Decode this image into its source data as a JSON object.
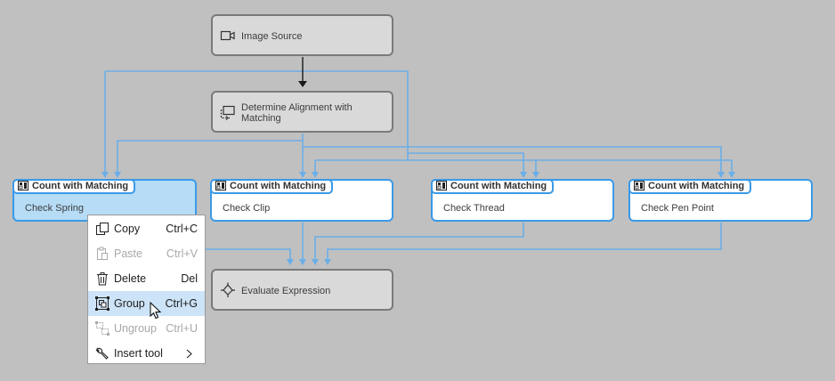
{
  "colors": {
    "wire": "#6aaee8",
    "wire_dark": "#1a1a1a",
    "node_border": "#3a9ae8",
    "selected_fill": "#b6dcf6",
    "menu_highlight": "#cde3f7"
  },
  "nodes": {
    "image_source": {
      "label": "Image Source",
      "icon": "camera-icon"
    },
    "determine_alignment": {
      "label": "Determine Alignment with Matching",
      "icon": "alignment-icon"
    },
    "evaluate_expression": {
      "label": "Evaluate Expression",
      "icon": "expression-icon"
    },
    "count_spring": {
      "tag": "Count with Matching",
      "label": "Check Spring",
      "icon": "count-matching-icon"
    },
    "count_clip": {
      "tag": "Count with Matching",
      "label": "Check Clip",
      "icon": "count-matching-icon"
    },
    "count_thread": {
      "tag": "Count with Matching",
      "label": "Check Thread",
      "icon": "count-matching-icon"
    },
    "count_pen": {
      "tag": "Count with Matching",
      "label": "Check Pen Point",
      "icon": "count-matching-icon"
    }
  },
  "context_menu": {
    "items": [
      {
        "label": "Copy",
        "shortcut": "Ctrl+C",
        "icon": "copy-icon",
        "enabled": true
      },
      {
        "label": "Paste",
        "shortcut": "Ctrl+V",
        "icon": "paste-icon",
        "enabled": false
      },
      {
        "label": "Delete",
        "shortcut": "Del",
        "icon": "trash-icon",
        "enabled": true
      },
      {
        "label": "Group",
        "shortcut": "Ctrl+G",
        "icon": "group-icon",
        "enabled": true,
        "highlighted": true
      },
      {
        "label": "Ungroup",
        "shortcut": "Ctrl+U",
        "icon": "ungroup-icon",
        "enabled": false
      },
      {
        "label": "Insert tool",
        "shortcut": "",
        "icon": "wrench-icon",
        "enabled": true,
        "submenu": true
      }
    ]
  }
}
